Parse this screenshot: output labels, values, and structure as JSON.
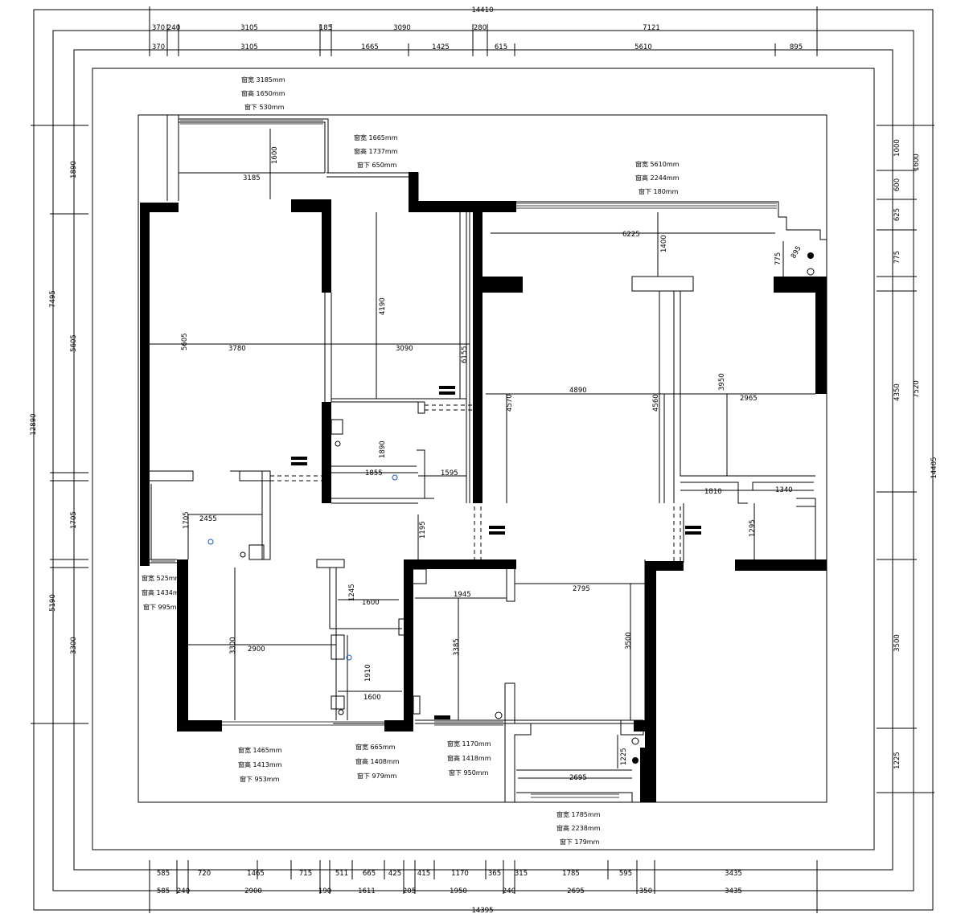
{
  "top_dims": {
    "total": "14410",
    "row1": [
      "370",
      "240",
      "3105",
      "185",
      "3090",
      "280",
      "7121"
    ],
    "row2": [
      "370",
      "3105",
      "1665",
      "1425",
      "615",
      "5610",
      "895"
    ]
  },
  "bottom_dims": {
    "row1": [
      "585",
      "720",
      "1465",
      "715",
      "511",
      "665",
      "425",
      "415",
      "1170",
      "365",
      "315",
      "1785",
      "595",
      "3435"
    ],
    "row2": [
      "585",
      "240",
      "2900",
      "190",
      "1611",
      "205",
      "1950",
      "240",
      "2695",
      "350",
      "3435"
    ],
    "total": "14395"
  },
  "left_dims": {
    "total": "12890",
    "outer": [
      "7495",
      "5190"
    ],
    "inner": [
      "1890",
      "5605",
      "1705",
      "3300"
    ]
  },
  "right_dims": {
    "total": "14405",
    "outer": [
      "1600",
      "7520"
    ],
    "inner": [
      "1000",
      "600",
      "625",
      "775",
      "4350",
      "3500",
      "1225"
    ]
  },
  "window_notes": [
    {
      "w": "窗宽 3185mm",
      "h": "窗高 1650mm",
      "s": "窗下 530mm"
    },
    {
      "w": "窗宽 1665mm",
      "h": "窗高 1737mm",
      "s": "窗下 650mm"
    },
    {
      "w": "窗宽 5610mm",
      "h": "窗高 2244mm",
      "s": "窗下 180mm"
    },
    {
      "w": "窗宽 525mm",
      "h": "窗高 1434mm",
      "s": "窗下 995mm"
    },
    {
      "w": "窗宽 1465mm",
      "h": "窗高 1413mm",
      "s": "窗下 953mm"
    },
    {
      "w": "窗宽 665mm",
      "h": "窗高 1408mm",
      "s": "窗下 979mm"
    },
    {
      "w": "窗宽 1170mm",
      "h": "窗高 1418mm",
      "s": "窗下 950mm"
    },
    {
      "w": "窗宽 1785mm",
      "h": "窗高 2238mm",
      "s": "窗下 179mm"
    }
  ],
  "room_dims": {
    "d3185": "3185",
    "d1600a": "1600",
    "d3780": "3780",
    "d5605": "5605",
    "d4190": "4190",
    "d3090": "3090",
    "d6155": "6155",
    "d6225": "6225",
    "d1400": "1400",
    "d775": "775",
    "d895": "895",
    "d4570": "4570",
    "d4890": "4890",
    "d4560": "4560",
    "d3950": "3950",
    "d2965": "2965",
    "d1810": "1810",
    "d1340": "1340",
    "d1295": "1295",
    "d1890b": "1890",
    "d1855": "1855",
    "d1595": "1595",
    "d2455": "2455",
    "d1705b": "1705",
    "d1195": "1195",
    "d2795": "2795",
    "d3500b": "3500",
    "d1945": "1945",
    "d3385": "3385",
    "d3300b": "3300",
    "d2900": "2900",
    "d1245": "1245",
    "d1600b": "1600",
    "d1910": "1910",
    "d1600c": "1600",
    "d2695b": "2695",
    "d1225b": "1225"
  }
}
